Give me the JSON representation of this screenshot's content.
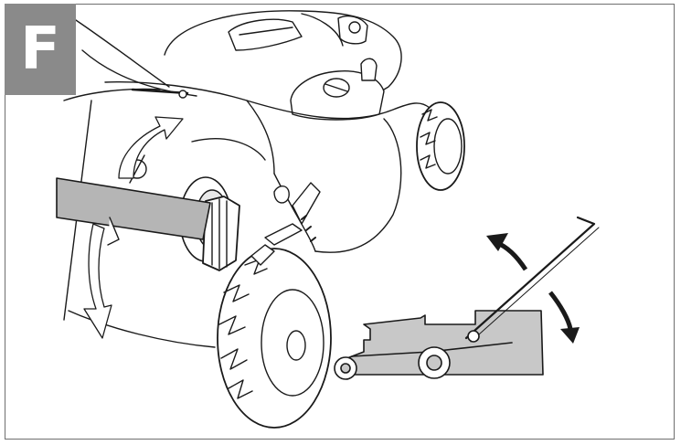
{
  "step": {
    "label": "F"
  },
  "palette": {
    "badge": "#8a8a8a",
    "line": "#1a1a1a",
    "handle_fill": "#b5b5b5",
    "inset_fill": "#c8c8c8",
    "paper": "#ffffff"
  },
  "icons": [
    "height-adjust-knob",
    "wheel-icon",
    "lever-arrow-up",
    "lever-arrow-down",
    "mower-side-view"
  ]
}
